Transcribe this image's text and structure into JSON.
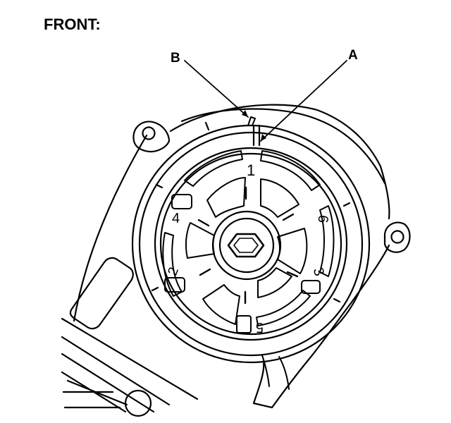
{
  "diagram": {
    "heading": "FRONT:",
    "callouts": {
      "a": "A",
      "b": "B"
    },
    "pulley_marks": [
      "1",
      "4",
      "6",
      "2",
      "3",
      "5"
    ]
  }
}
